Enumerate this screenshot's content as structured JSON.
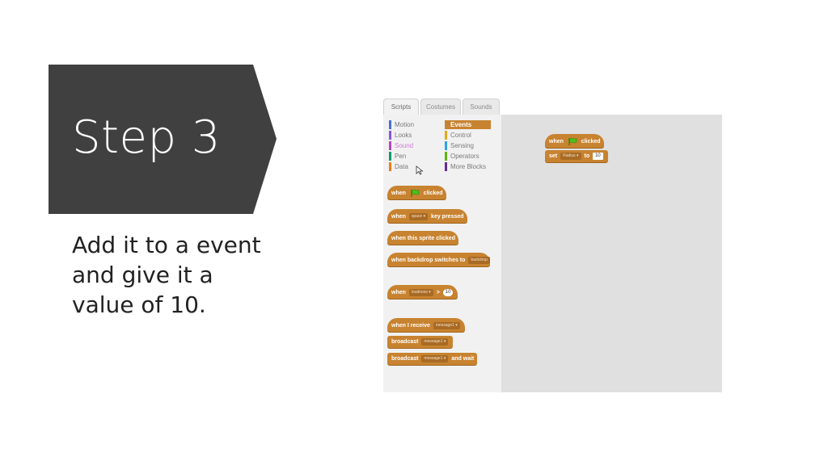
{
  "slide": {
    "title": "Step 3",
    "body": "Add it to a event and give it a value of 10.",
    "banner_color": "#404040"
  },
  "editor": {
    "tabs": [
      "Scripts",
      "Costumes",
      "Sounds"
    ],
    "categories_left": [
      {
        "label": "Motion",
        "color": "#4a6cd4"
      },
      {
        "label": "Looks",
        "color": "#8a55d7"
      },
      {
        "label": "Sound",
        "color": "#bb42c3"
      },
      {
        "label": "Pen",
        "color": "#0e9a6c"
      },
      {
        "label": "Data",
        "color": "#ee7d16"
      }
    ],
    "categories_right": [
      {
        "label": "Events",
        "color": "#c88330"
      },
      {
        "label": "Control",
        "color": "#e1a91a"
      },
      {
        "label": "Sensing",
        "color": "#2ca5e2"
      },
      {
        "label": "Operators",
        "color": "#5cb712"
      },
      {
        "label": "More Blocks",
        "color": "#632d99"
      }
    ],
    "palette_blocks": {
      "when_flag": {
        "a": "when",
        "b": "clicked"
      },
      "when_key": {
        "a": "when",
        "key": "space",
        "b": "key pressed"
      },
      "when_sprite": "when this sprite clicked",
      "when_backdrop": {
        "a": "when backdrop switches to",
        "field": "backdrop"
      },
      "when_loudness": {
        "a": "when",
        "field": "loudness",
        "op": ">",
        "value": "10"
      },
      "when_receive": {
        "a": "when I receive",
        "field": "message1"
      },
      "broadcast": {
        "a": "broadcast",
        "field": "message1"
      },
      "broadcast_wait": {
        "a": "broadcast",
        "field": "message1",
        "b": "and wait"
      }
    },
    "script": {
      "hat": {
        "a": "when",
        "b": "clicked"
      },
      "set": {
        "a": "set",
        "var": "Radius",
        "to": "to",
        "value": "10"
      }
    }
  }
}
